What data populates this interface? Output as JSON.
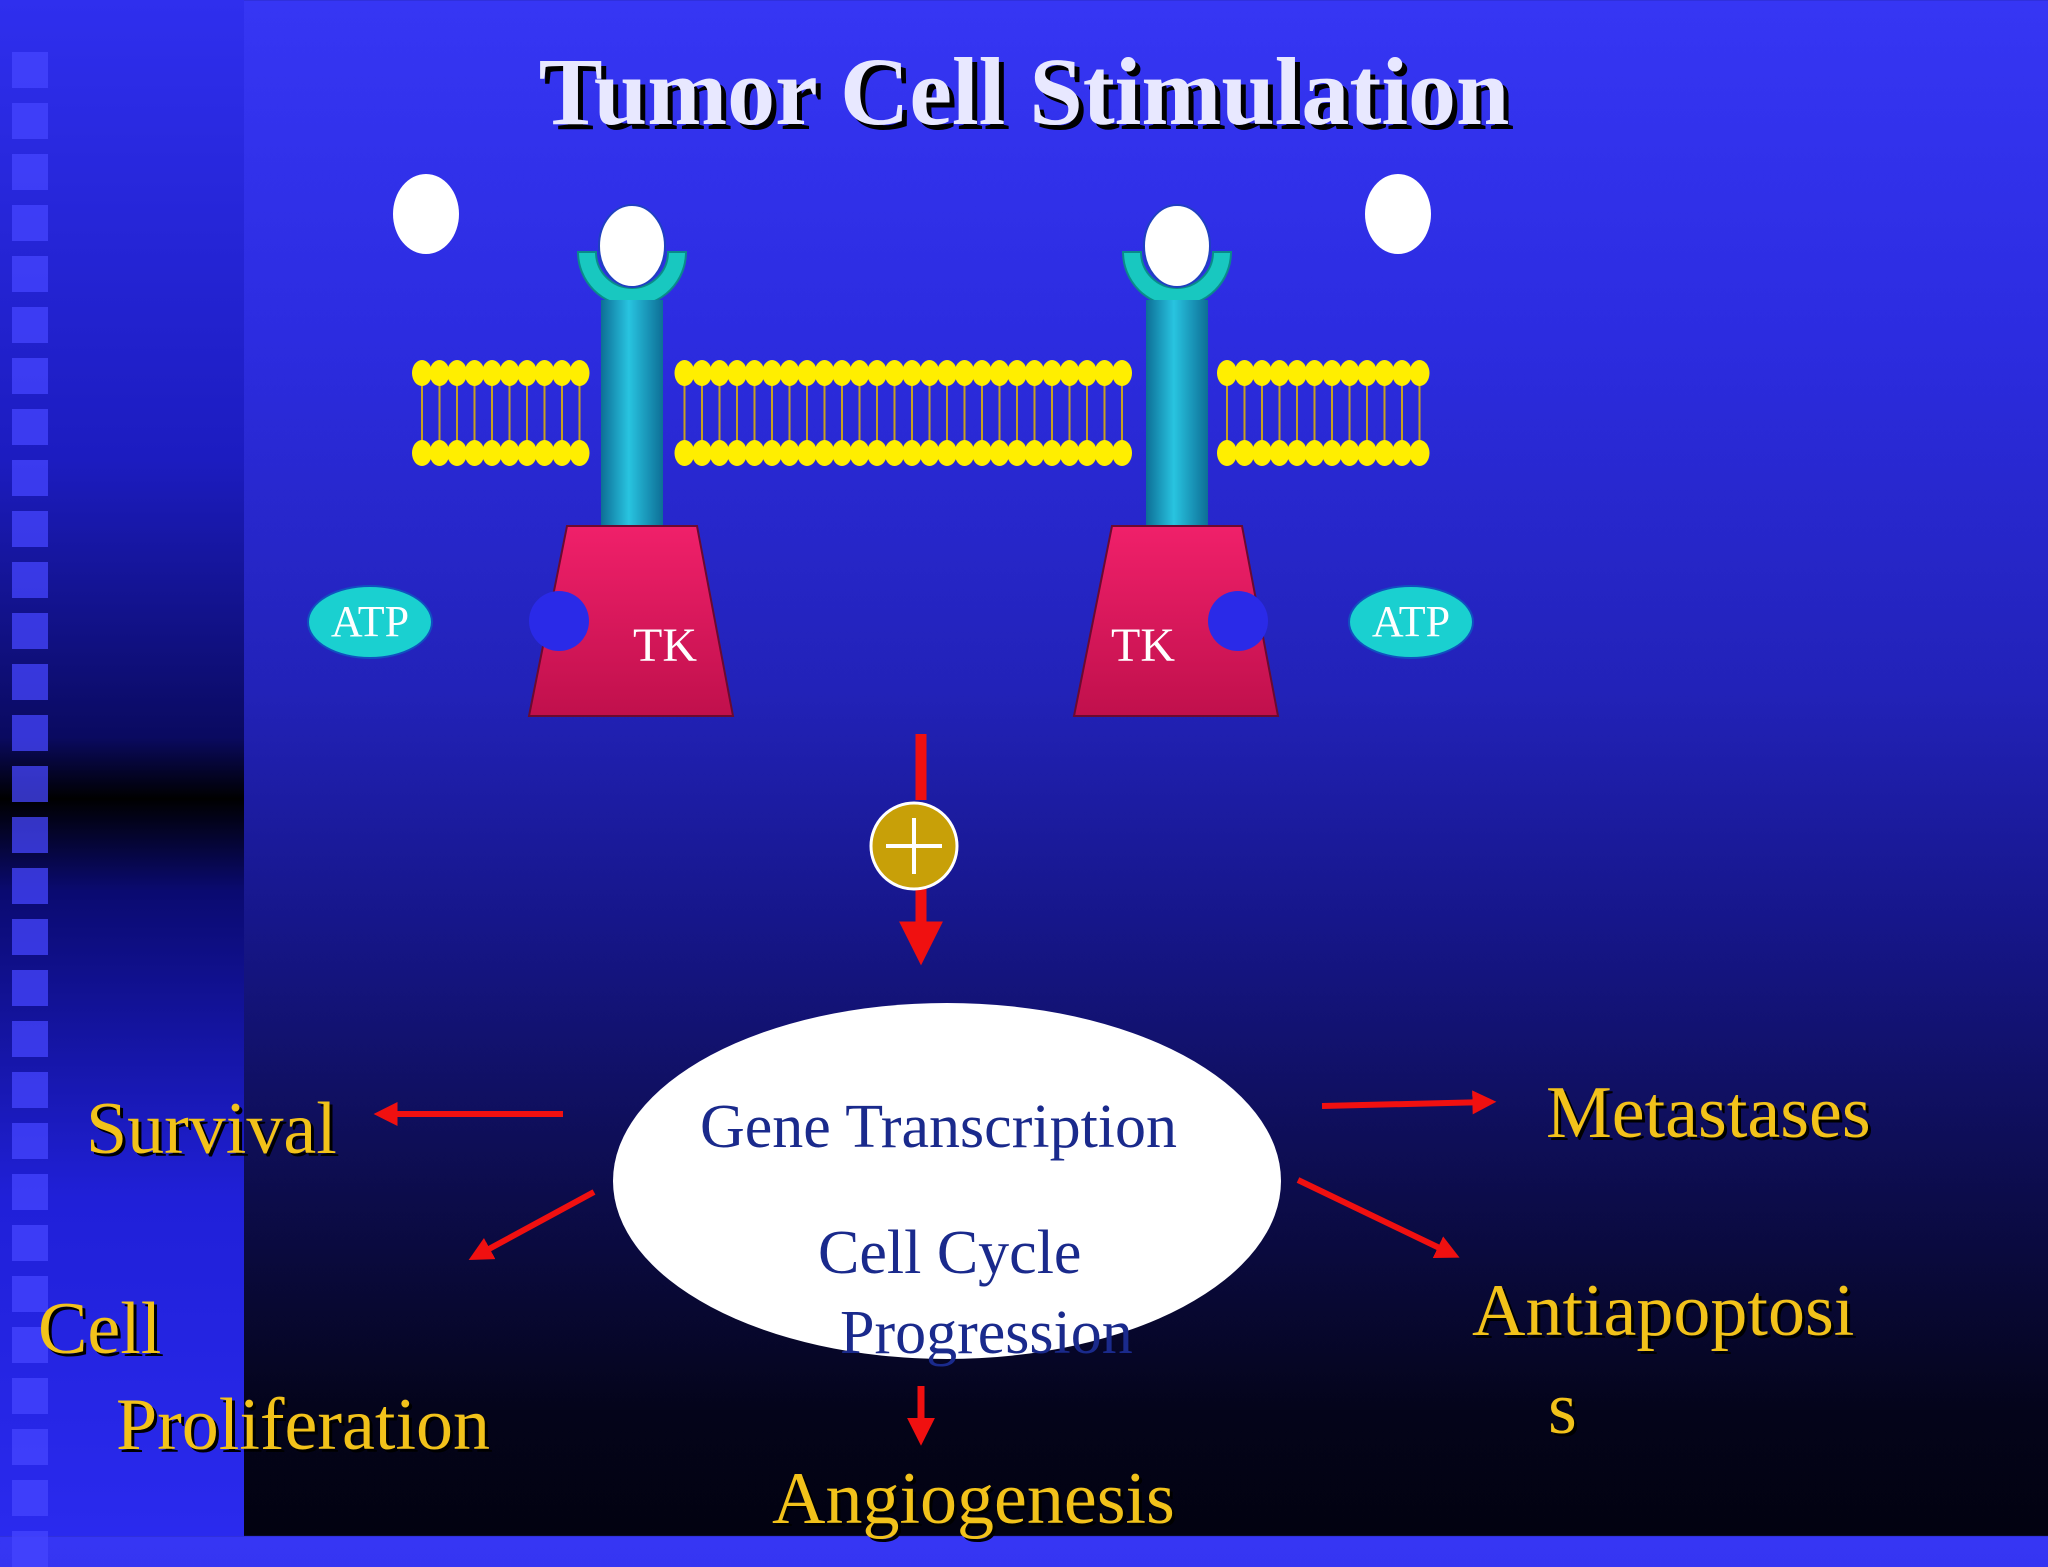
{
  "title": "Tumor Cell Stimulation",
  "labels": {
    "atp": "ATP",
    "tk": "TK"
  },
  "center": {
    "line1": "Gene Transcription",
    "line2": "Cell Cycle",
    "line3": "Progression"
  },
  "outcomes": {
    "survival": "Survival",
    "cell_proliferation_1": "Cell",
    "cell_proliferation_2": "Proliferation",
    "angiogenesis": "Angiogenesis",
    "metastases": "Metastases",
    "antiapoptosis_1": "Antiapoptosi",
    "antiapoptosis_2": "s"
  },
  "colors": {
    "background_top": "#3636f4",
    "background_bottom": "#020210",
    "title": "#e8e8ff",
    "outcome_text": "#f2c21a",
    "arrow": "#f01010",
    "lipid_head": "#ffee00",
    "receptor_stalk": "#1aa8c8",
    "receptor_cup": "#18c8c0",
    "tyrosine_kinase": "#d81a5a",
    "atp_fill": "#1ad0d0",
    "center_ellipse": "#ffffff",
    "center_text": "#1a2a8c",
    "plus_fill": "#c8a008"
  },
  "icons": {
    "plus_symbol": "plus-circle-icon",
    "ligand": "ligand-icon"
  }
}
